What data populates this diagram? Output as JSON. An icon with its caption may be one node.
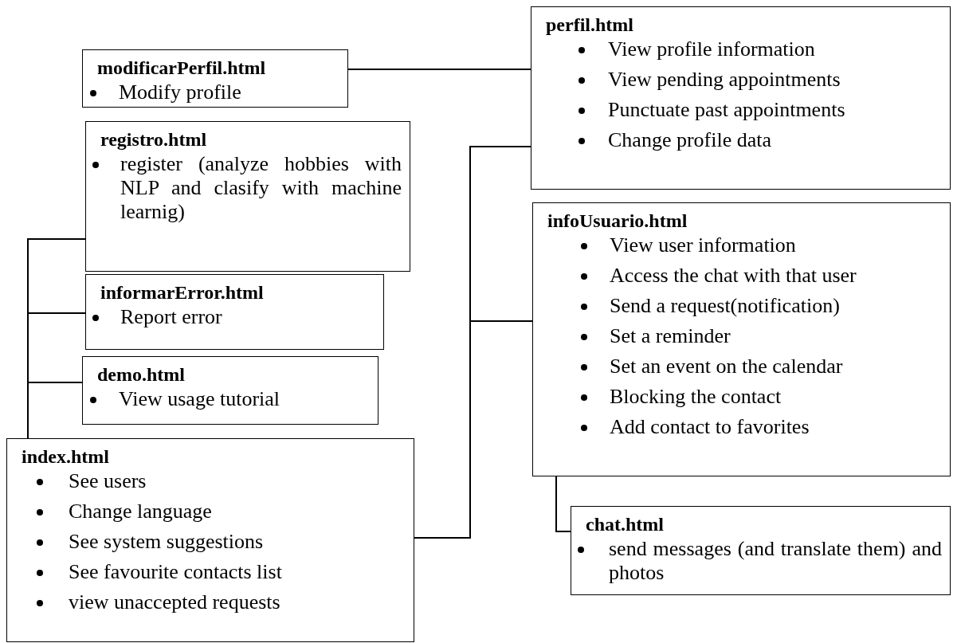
{
  "diagram": {
    "nodes": [
      {
        "text": [
          "modificarPerfil.html",
          "Modify profile"
        ]
      },
      {
        "text": [
          "perfil.html",
          "View profile information",
          "View pending appointments",
          "Punctuate past appointments",
          "Change profile data"
        ]
      },
      {
        "text": [
          "registro.html",
          "register (analyze hobbies with NLP and clasify with machine learnig)"
        ]
      },
      {
        "text": [
          "informarError.html",
          "Report error"
        ]
      },
      {
        "text": [
          "demo.html",
          "View usage tutorial"
        ]
      },
      {
        "text": [
          "index.html",
          "See users",
          "Change language",
          "See system suggestions",
          "See favourite contacts list",
          "view unaccepted requests"
        ]
      },
      {
        "text": [
          "infoUsuario.html",
          "View user information",
          "Access the chat with that user",
          "Send a request(notification)",
          "Set a reminder",
          "Set an event on the calendar",
          "Blocking the contact",
          "Add contact to favorites"
        ]
      },
      {
        "text": [
          "chat.html",
          "send messages (and translate them) and photos"
        ]
      }
    ],
    "edges": [
      {
        "from": 0,
        "to": 1,
        "arrow": "none"
      },
      {
        "from": 5,
        "to": 2,
        "arrow": "none"
      },
      {
        "from": 5,
        "to": 3,
        "arrow": "none"
      },
      {
        "from": 5,
        "to": 4,
        "arrow": "none"
      },
      {
        "from": 5,
        "to": 1,
        "arrow": "none"
      },
      {
        "from": 5,
        "to": 6,
        "arrow": "none"
      },
      {
        "from": 6,
        "to": 7,
        "arrow": "none"
      }
    ]
  }
}
